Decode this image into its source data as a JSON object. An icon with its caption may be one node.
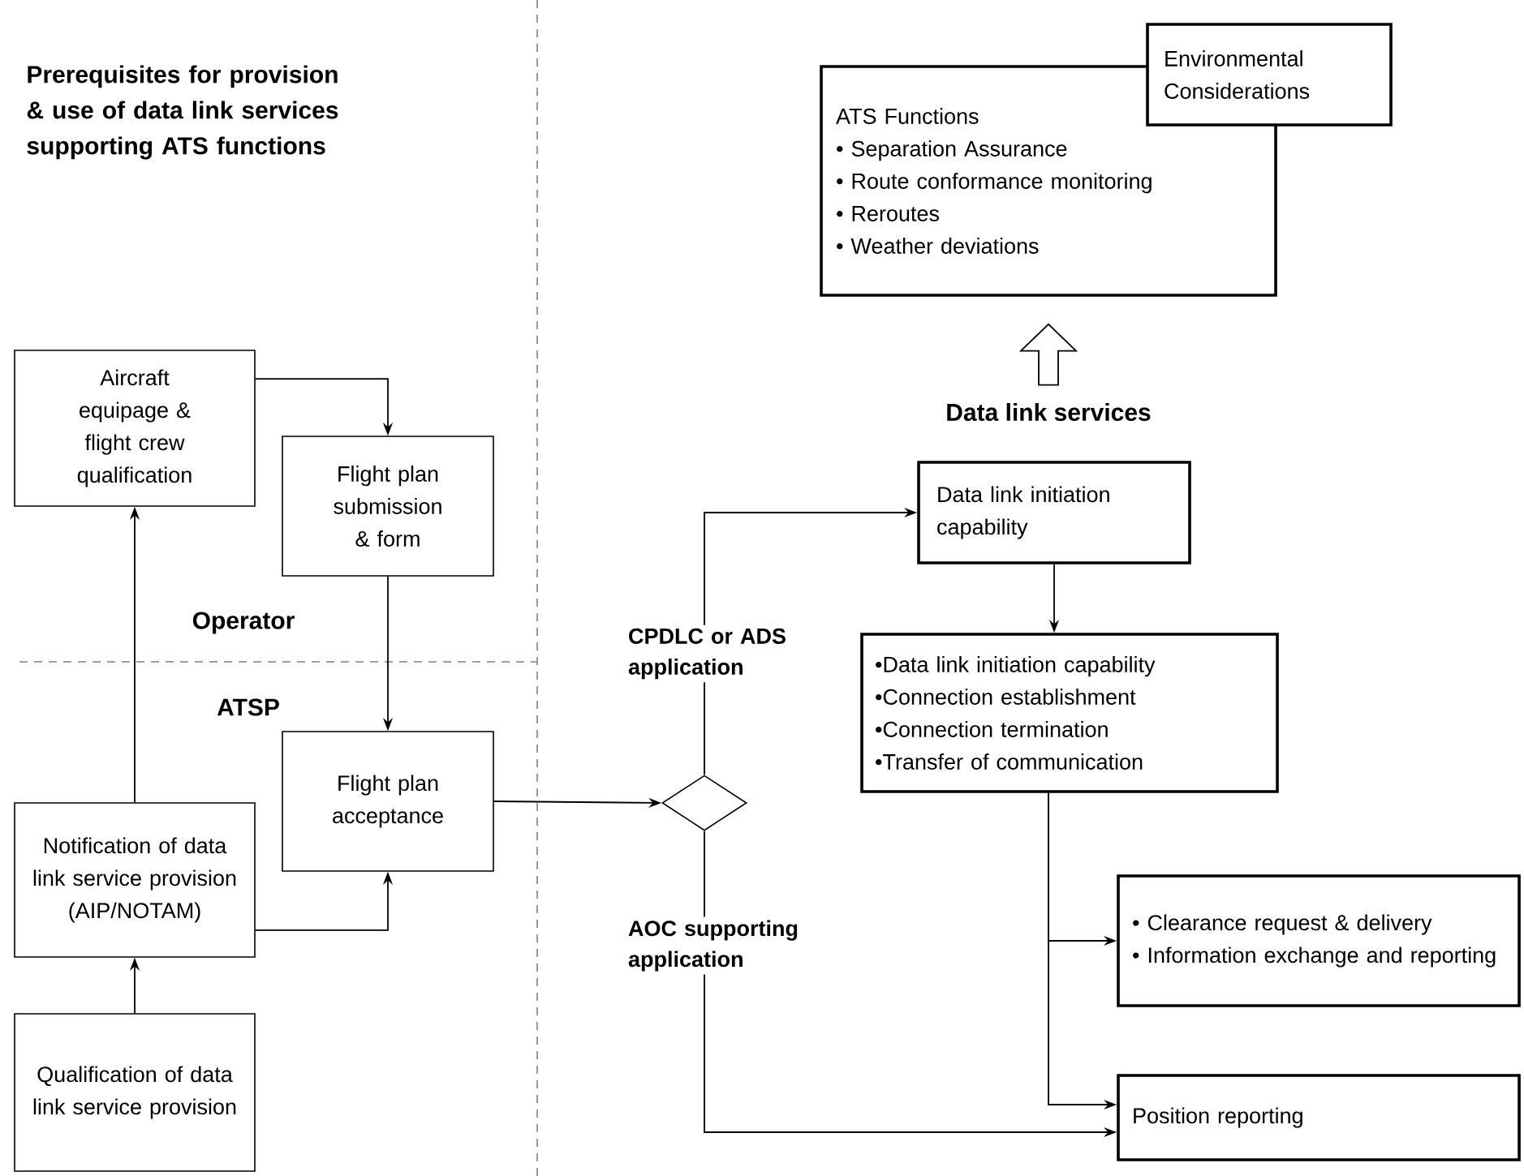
{
  "diagram": {
    "nodes": [
      {
        "text": [
          "Aircraft equipage & flight crew qualification"
        ]
      },
      {
        "text": [
          "Flight plan submission & form"
        ]
      },
      {
        "text": [
          "Flight plan acceptance"
        ]
      },
      {
        "text": [
          "Notification of data link service provision (AIP/NOTAM)"
        ]
      },
      {
        "text": [
          "Qualification of data link service provision"
        ]
      },
      {
        "text": [],
        "shape": "diamond"
      },
      {
        "text": [
          "Data link initiation capability"
        ]
      },
      {
        "text": [
          "•Data link initiation capability",
          "•Connection establishment",
          "•Connection termination",
          "•Transfer of communication"
        ]
      },
      {
        "text": [
          "• Clearance request & delivery",
          "• Information exchange and reporting"
        ]
      },
      {
        "text": [
          "Position reporting"
        ]
      },
      {
        "text": [
          "ATS Functions",
          "• Separation Assurance",
          "• Route conformance monitoring",
          "• Reroutes",
          "• Weather deviations"
        ]
      },
      {
        "text": [
          "Environmental Considerations"
        ]
      },
      {
        "text": [
          "Data link services"
        ]
      }
    ],
    "edges": [
      {
        "from": 0,
        "to": 1,
        "arrow": "to"
      },
      {
        "from": 1,
        "to": 2,
        "arrow": "to"
      },
      {
        "from": 3,
        "to": 0,
        "arrow": "to"
      },
      {
        "from": 3,
        "to": 2,
        "arrow": "to"
      },
      {
        "from": 4,
        "to": 3,
        "arrow": "to"
      },
      {
        "from": 2,
        "to": 5,
        "arrow": "to"
      },
      {
        "from": 5,
        "to": 6,
        "arrow": "to",
        "label": "CPDLC or ADS application"
      },
      {
        "from": 5,
        "to": 9,
        "arrow": "to",
        "label": "AOC supporting application"
      },
      {
        "from": 6,
        "to": 7,
        "arrow": "to"
      },
      {
        "from": 7,
        "to": 8,
        "arrow": "to"
      },
      {
        "from": 7,
        "to": 9,
        "arrow": "to"
      },
      {
        "from": 12,
        "to": 10,
        "arrow": "to",
        "style": "thick"
      }
    ],
    "labels": [
      "Prerequisites for provision & use of data link services supporting ATS functions",
      "Operator",
      "ATSP"
    ]
  }
}
